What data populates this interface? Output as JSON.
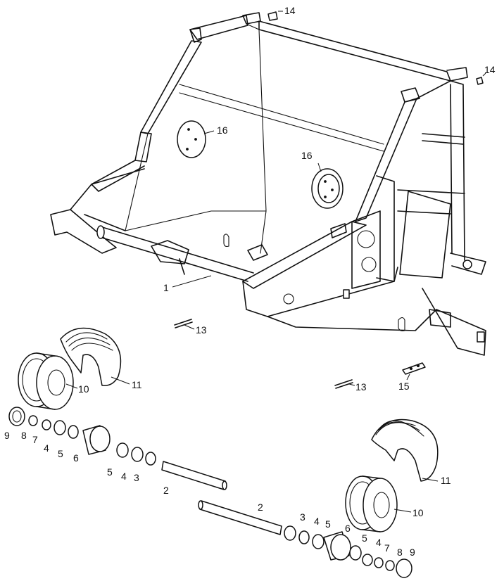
{
  "diagram": {
    "callouts": {
      "c14a": "14",
      "c14b": "14",
      "c16a": "16",
      "c16b": "16",
      "c1": "1",
      "c13a": "13",
      "c13b": "13",
      "c15": "15",
      "c11a": "11",
      "c11b": "11",
      "c10a": "10",
      "c10b": "10",
      "c9a": "9",
      "c9b": "9",
      "c8a": "8",
      "c8b": "8",
      "c7a": "7",
      "c7b": "7",
      "c6a": "6",
      "c6b": "6",
      "c5a": "5",
      "c5b": "5",
      "c5c": "5",
      "c5d": "5",
      "c4a": "4",
      "c4b": "4",
      "c4c": "4",
      "c4d": "4",
      "c3a": "3",
      "c3b": "3",
      "c2a": "2",
      "c2b": "2"
    }
  }
}
